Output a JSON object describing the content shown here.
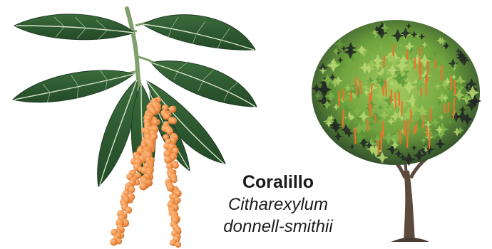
{
  "species": {
    "common_name": "Coralillo",
    "scientific_name_line1": "Citharexylum",
    "scientific_name_line2": "donnell-smithii"
  },
  "colors": {
    "leaf_dark": "#2e5a31",
    "leaf_mid": "#4a7d45",
    "leaf_vein": "#d8e6c8",
    "stem": "#7fa06a",
    "fruit": "#f0934a",
    "fruit_highlight": "#ffc08a",
    "trunk": "#5c4a3d",
    "foliage_light": "#9cc55a",
    "foliage_mid": "#5f9a3a",
    "foliage_dark": "#222a25",
    "flower_spike": "#e8742c"
  }
}
